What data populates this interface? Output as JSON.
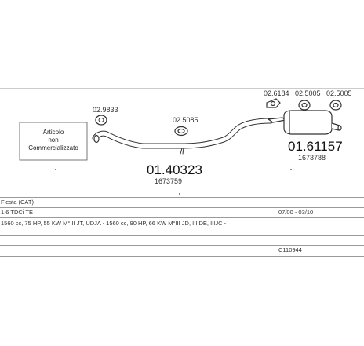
{
  "notice_box": {
    "lines": [
      "Articolo",
      "non",
      "Commercializzato"
    ]
  },
  "parts": {
    "clamp_left": "02.9833",
    "hanger_mid": "02.5085",
    "gasket_right": "02.6184",
    "hanger_r1": "02.5005",
    "hanger_r2": "02.5005"
  },
  "pipe": {
    "code": "01.40323",
    "oe": "1673759"
  },
  "silencer": {
    "code": "01.61157",
    "oe": "1673788"
  },
  "vehicle": {
    "model": "Fiesta  (CAT)",
    "engine": "1.6 TDCi  TE",
    "years": "07/00 - 03/10",
    "spec": "1560 cc, 75 HP, 55 KW  M°III JT, UDJA - 1560 cc, 90 HP, 66 KW  M°III JD, III DE, IIIJC -",
    "ref": "C110944"
  }
}
